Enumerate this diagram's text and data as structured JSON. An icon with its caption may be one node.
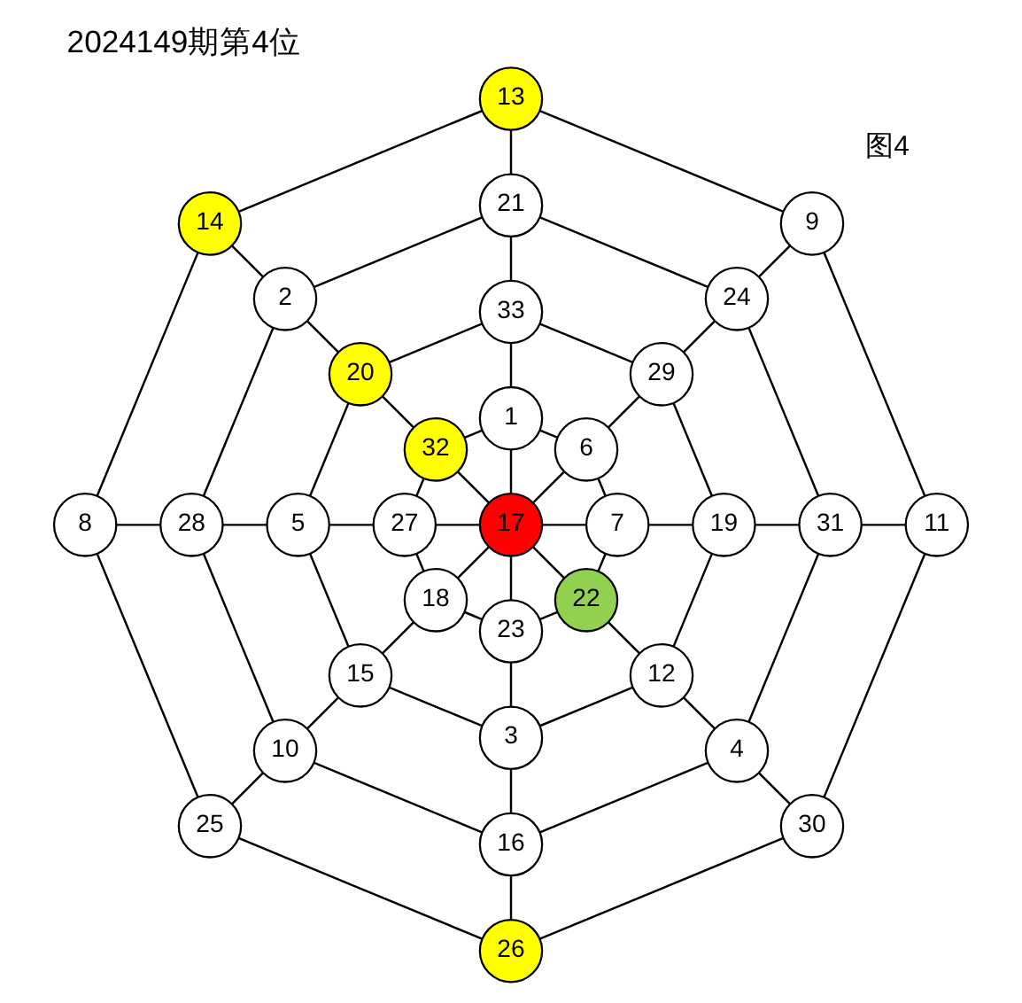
{
  "diagram": {
    "title": "2024149期第4位",
    "nodes": [
      {
        "text": [
          "13"
        ]
      },
      {
        "text": [
          "14"
        ]
      },
      {
        "text": [
          "21"
        ]
      },
      {
        "text": [
          "9"
        ]
      },
      {
        "text": [
          "2"
        ]
      },
      {
        "text": [
          "33"
        ]
      },
      {
        "text": [
          "24"
        ]
      },
      {
        "text": [
          "20"
        ]
      },
      {
        "text": [
          "29"
        ]
      },
      {
        "text": [
          "32"
        ]
      },
      {
        "text": [
          "1"
        ]
      },
      {
        "text": [
          "6"
        ]
      },
      {
        "text": [
          "8"
        ]
      },
      {
        "text": [
          "28"
        ]
      },
      {
        "text": [
          "5"
        ]
      },
      {
        "text": [
          "27"
        ]
      },
      {
        "text": [
          "17"
        ]
      },
      {
        "text": [
          "7"
        ]
      },
      {
        "text": [
          "19"
        ]
      },
      {
        "text": [
          "31"
        ]
      },
      {
        "text": [
          "11"
        ]
      },
      {
        "text": [
          "18"
        ]
      },
      {
        "text": [
          "23"
        ]
      },
      {
        "text": [
          "22"
        ]
      },
      {
        "text": [
          "15"
        ]
      },
      {
        "text": [
          "12"
        ]
      },
      {
        "text": [
          "10"
        ]
      },
      {
        "text": [
          "3"
        ]
      },
      {
        "text": [
          "4"
        ]
      },
      {
        "text": [
          "25"
        ]
      },
      {
        "text": [
          "16"
        ]
      },
      {
        "text": [
          "30"
        ]
      },
      {
        "text": [
          "26"
        ]
      }
    ],
    "edges": [
      {
        "from": 16,
        "to": 10,
        "arrow": "none"
      },
      {
        "from": 10,
        "to": 5,
        "arrow": "none"
      },
      {
        "from": 5,
        "to": 2,
        "arrow": "none"
      },
      {
        "from": 2,
        "to": 0,
        "arrow": "none"
      },
      {
        "from": 16,
        "to": 9,
        "arrow": "none"
      },
      {
        "from": 9,
        "to": 7,
        "arrow": "none"
      },
      {
        "from": 7,
        "to": 4,
        "arrow": "none"
      },
      {
        "from": 4,
        "to": 1,
        "arrow": "none"
      },
      {
        "from": 16,
        "to": 15,
        "arrow": "none"
      },
      {
        "from": 15,
        "to": 14,
        "arrow": "none"
      },
      {
        "from": 14,
        "to": 13,
        "arrow": "none"
      },
      {
        "from": 13,
        "to": 12,
        "arrow": "none"
      },
      {
        "from": 16,
        "to": 21,
        "arrow": "none"
      },
      {
        "from": 21,
        "to": 24,
        "arrow": "none"
      },
      {
        "from": 24,
        "to": 26,
        "arrow": "none"
      },
      {
        "from": 26,
        "to": 29,
        "arrow": "none"
      },
      {
        "from": 16,
        "to": 22,
        "arrow": "none"
      },
      {
        "from": 22,
        "to": 27,
        "arrow": "none"
      },
      {
        "from": 27,
        "to": 30,
        "arrow": "none"
      },
      {
        "from": 30,
        "to": 32,
        "arrow": "none"
      },
      {
        "from": 16,
        "to": 23,
        "arrow": "none"
      },
      {
        "from": 23,
        "to": 25,
        "arrow": "none"
      },
      {
        "from": 25,
        "to": 28,
        "arrow": "none"
      },
      {
        "from": 28,
        "to": 31,
        "arrow": "none"
      },
      {
        "from": 16,
        "to": 17,
        "arrow": "none"
      },
      {
        "from": 17,
        "to": 18,
        "arrow": "none"
      },
      {
        "from": 18,
        "to": 19,
        "arrow": "none"
      },
      {
        "from": 19,
        "to": 20,
        "arrow": "none"
      },
      {
        "from": 16,
        "to": 11,
        "arrow": "none"
      },
      {
        "from": 11,
        "to": 8,
        "arrow": "none"
      },
      {
        "from": 8,
        "to": 6,
        "arrow": "none"
      },
      {
        "from": 6,
        "to": 3,
        "arrow": "none"
      },
      {
        "from": 10,
        "to": 11,
        "arrow": "none"
      },
      {
        "from": 11,
        "to": 17,
        "arrow": "none"
      },
      {
        "from": 17,
        "to": 23,
        "arrow": "none"
      },
      {
        "from": 23,
        "to": 22,
        "arrow": "none"
      },
      {
        "from": 22,
        "to": 21,
        "arrow": "none"
      },
      {
        "from": 21,
        "to": 15,
        "arrow": "none"
      },
      {
        "from": 15,
        "to": 9,
        "arrow": "none"
      },
      {
        "from": 9,
        "to": 10,
        "arrow": "none"
      },
      {
        "from": 5,
        "to": 8,
        "arrow": "none"
      },
      {
        "from": 8,
        "to": 18,
        "arrow": "none"
      },
      {
        "from": 18,
        "to": 25,
        "arrow": "none"
      },
      {
        "from": 25,
        "to": 27,
        "arrow": "none"
      },
      {
        "from": 27,
        "to": 24,
        "arrow": "none"
      },
      {
        "from": 24,
        "to": 14,
        "arrow": "none"
      },
      {
        "from": 14,
        "to": 7,
        "arrow": "none"
      },
      {
        "from": 7,
        "to": 5,
        "arrow": "none"
      },
      {
        "from": 2,
        "to": 6,
        "arrow": "none"
      },
      {
        "from": 6,
        "to": 19,
        "arrow": "none"
      },
      {
        "from": 19,
        "to": 28,
        "arrow": "none"
      },
      {
        "from": 28,
        "to": 30,
        "arrow": "none"
      },
      {
        "from": 30,
        "to": 26,
        "arrow": "none"
      },
      {
        "from": 26,
        "to": 13,
        "arrow": "none"
      },
      {
        "from": 13,
        "to": 4,
        "arrow": "none"
      },
      {
        "from": 4,
        "to": 2,
        "arrow": "none"
      },
      {
        "from": 0,
        "to": 3,
        "arrow": "none"
      },
      {
        "from": 3,
        "to": 20,
        "arrow": "none"
      },
      {
        "from": 20,
        "to": 31,
        "arrow": "none"
      },
      {
        "from": 31,
        "to": 32,
        "arrow": "none"
      },
      {
        "from": 32,
        "to": 29,
        "arrow": "none"
      },
      {
        "from": 29,
        "to": 12,
        "arrow": "none"
      },
      {
        "from": 12,
        "to": 1,
        "arrow": "none"
      },
      {
        "from": 1,
        "to": 0,
        "arrow": "none"
      }
    ],
    "labels": [
      "图4"
    ]
  }
}
